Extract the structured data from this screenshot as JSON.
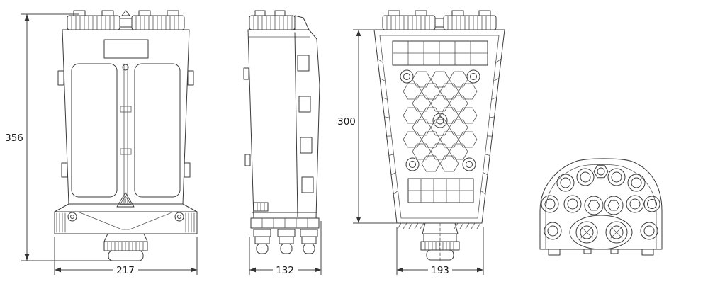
{
  "colors": {
    "ink": "#3a3a3a",
    "background": "#ffffff"
  },
  "drawing": {
    "dimensions": {
      "front_height": "356",
      "front_width": "217",
      "side_depth": "132",
      "back_height": "300",
      "back_width": "193"
    }
  }
}
